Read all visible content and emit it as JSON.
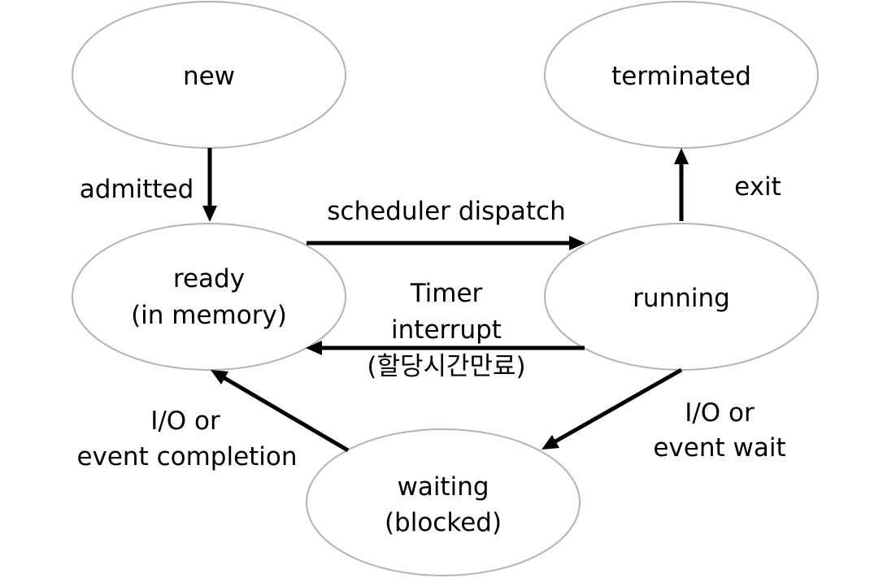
{
  "nodes": {
    "new": {
      "lines": [
        "new"
      ]
    },
    "terminated": {
      "lines": [
        "terminated"
      ]
    },
    "ready": {
      "lines": [
        "ready",
        "(in memory)"
      ]
    },
    "running": {
      "lines": [
        "running"
      ]
    },
    "waiting": {
      "lines": [
        "waiting",
        "(blocked)"
      ]
    }
  },
  "edges": {
    "admitted": {
      "from": "new",
      "to": "ready",
      "lines": [
        "admitted"
      ]
    },
    "dispatch": {
      "from": "ready",
      "to": "running",
      "lines": [
        "scheduler dispatch"
      ]
    },
    "interrupt": {
      "from": "running",
      "to": "ready",
      "lines": [
        "Timer",
        "interrupt",
        "(할당시간만료)"
      ]
    },
    "exit": {
      "from": "running",
      "to": "terminated",
      "lines": [
        "exit"
      ]
    },
    "io_wait": {
      "from": "running",
      "to": "waiting",
      "lines": [
        "I/O or",
        "event wait"
      ]
    },
    "io_completion": {
      "from": "waiting",
      "to": "ready",
      "lines": [
        "I/O or",
        "event completion"
      ]
    }
  }
}
